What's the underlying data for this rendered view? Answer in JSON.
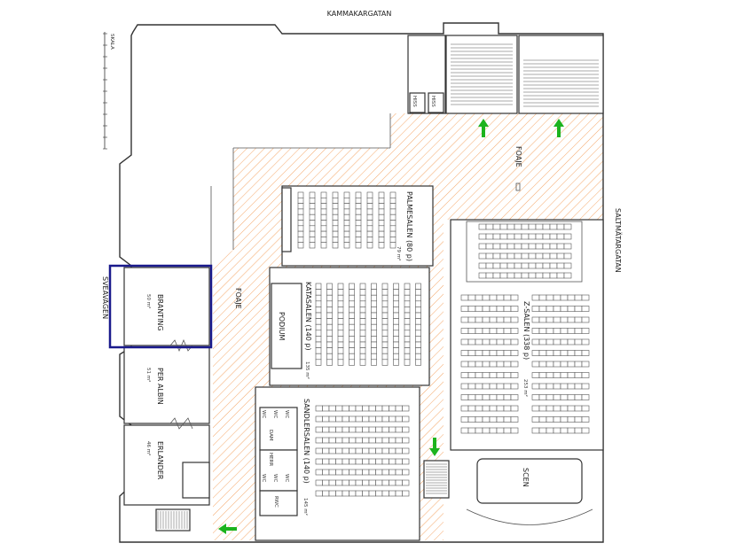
{
  "streets": {
    "north": "KAMMAKARGATAN",
    "east": "SALTMÄTARGATAN",
    "west": "SVEAVÄGEN"
  },
  "scale_label": "SKALA",
  "rooms": {
    "branting": {
      "name": "BRANTING",
      "area": "50 m²",
      "selected": true
    },
    "per_albin": {
      "name": "PER ALBIN",
      "area": "51 m²"
    },
    "erlander": {
      "name": "ERLANDER",
      "area": "46 m²"
    },
    "palmesalen": {
      "name": "PALMESALEN (80 p)",
      "area": "79 m²"
    },
    "katasalen": {
      "name": "KATASALEN (140 p)",
      "area": "135 m²"
    },
    "sandlersalen": {
      "name": "SANDLERSALEN (140 p)",
      "area": "145 m²"
    },
    "z_salen": {
      "name": "Z-SALEN (338 p)",
      "area": "253 m²"
    },
    "podium": {
      "name": "PODIUM"
    },
    "scen": {
      "name": "SCEN"
    },
    "foaje_1": {
      "name": "FOAJE"
    },
    "foaje_2": {
      "name": "FOAJE"
    },
    "hiss_1": {
      "name": "HISS"
    },
    "hiss_2": {
      "name": "HISS"
    },
    "dam": {
      "name": "DAM"
    },
    "herr": {
      "name": "HERR"
    },
    "rwc": {
      "name": "RWC"
    },
    "wc": {
      "name": "WC"
    }
  },
  "colors": {
    "foyer_hatch": "#f5a86a",
    "selection": "#1a1a8c",
    "exit_arrow": "#1db31d"
  }
}
